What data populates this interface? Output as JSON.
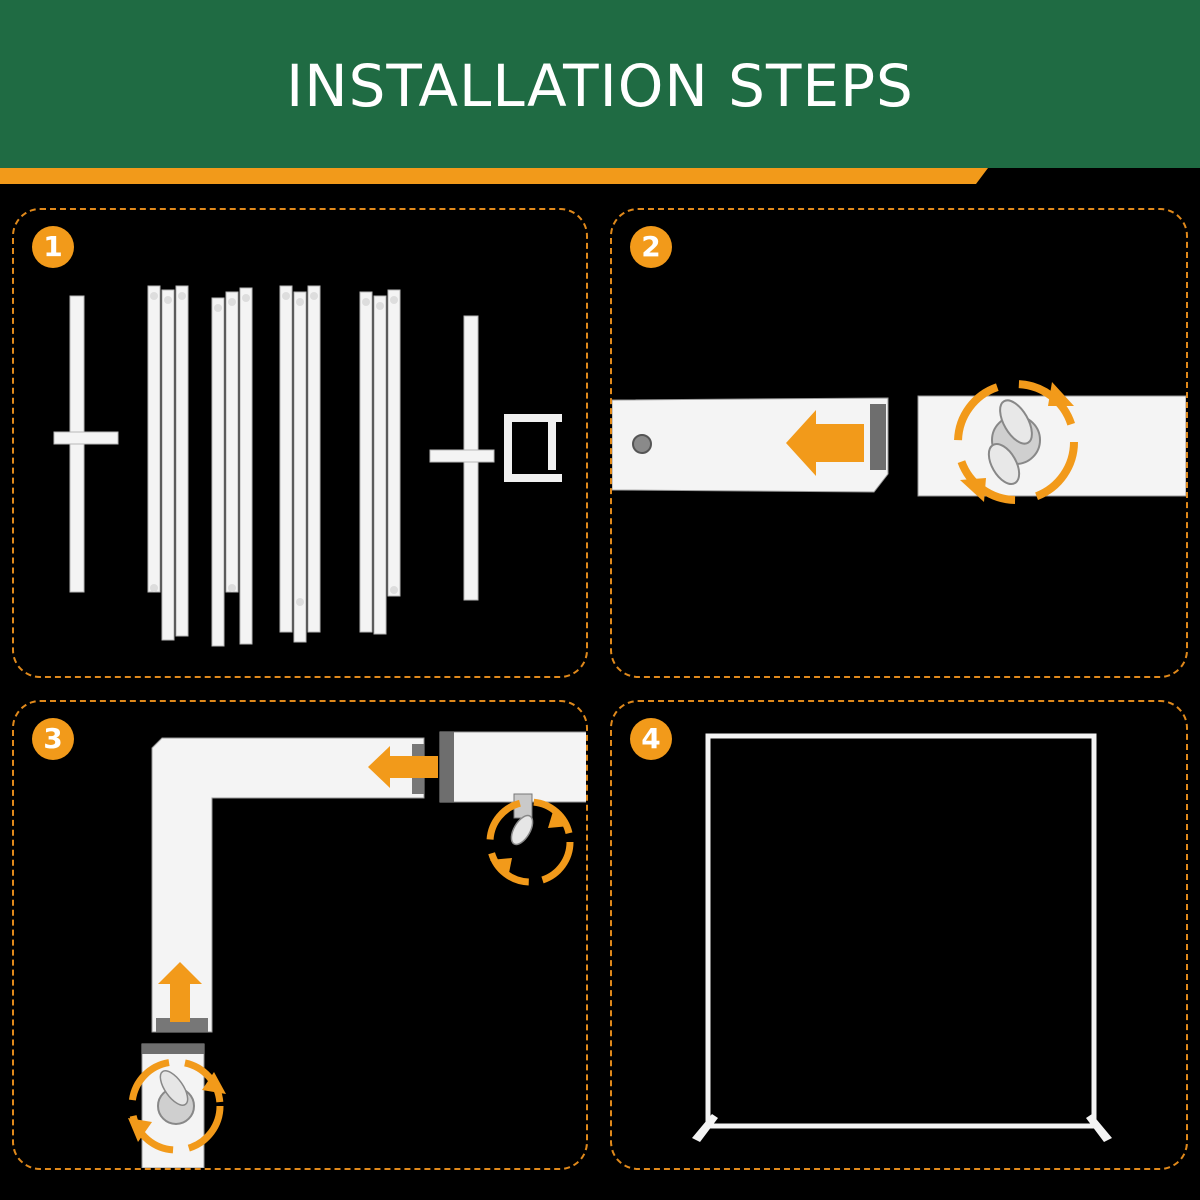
{
  "header": {
    "title": "INSTALLATION STEPS"
  },
  "colors": {
    "header_green": "#1f6b43",
    "accent_orange": "#f29a1a",
    "background": "#000000",
    "part_white": "#ffffff"
  },
  "steps": [
    {
      "number": "1",
      "content": "disassembled frame parts"
    },
    {
      "number": "2",
      "content": "insert tube and tighten wing nut"
    },
    {
      "number": "3",
      "content": "connect corner piece and tighten wing nuts"
    },
    {
      "number": "4",
      "content": "assembled square frame"
    }
  ]
}
